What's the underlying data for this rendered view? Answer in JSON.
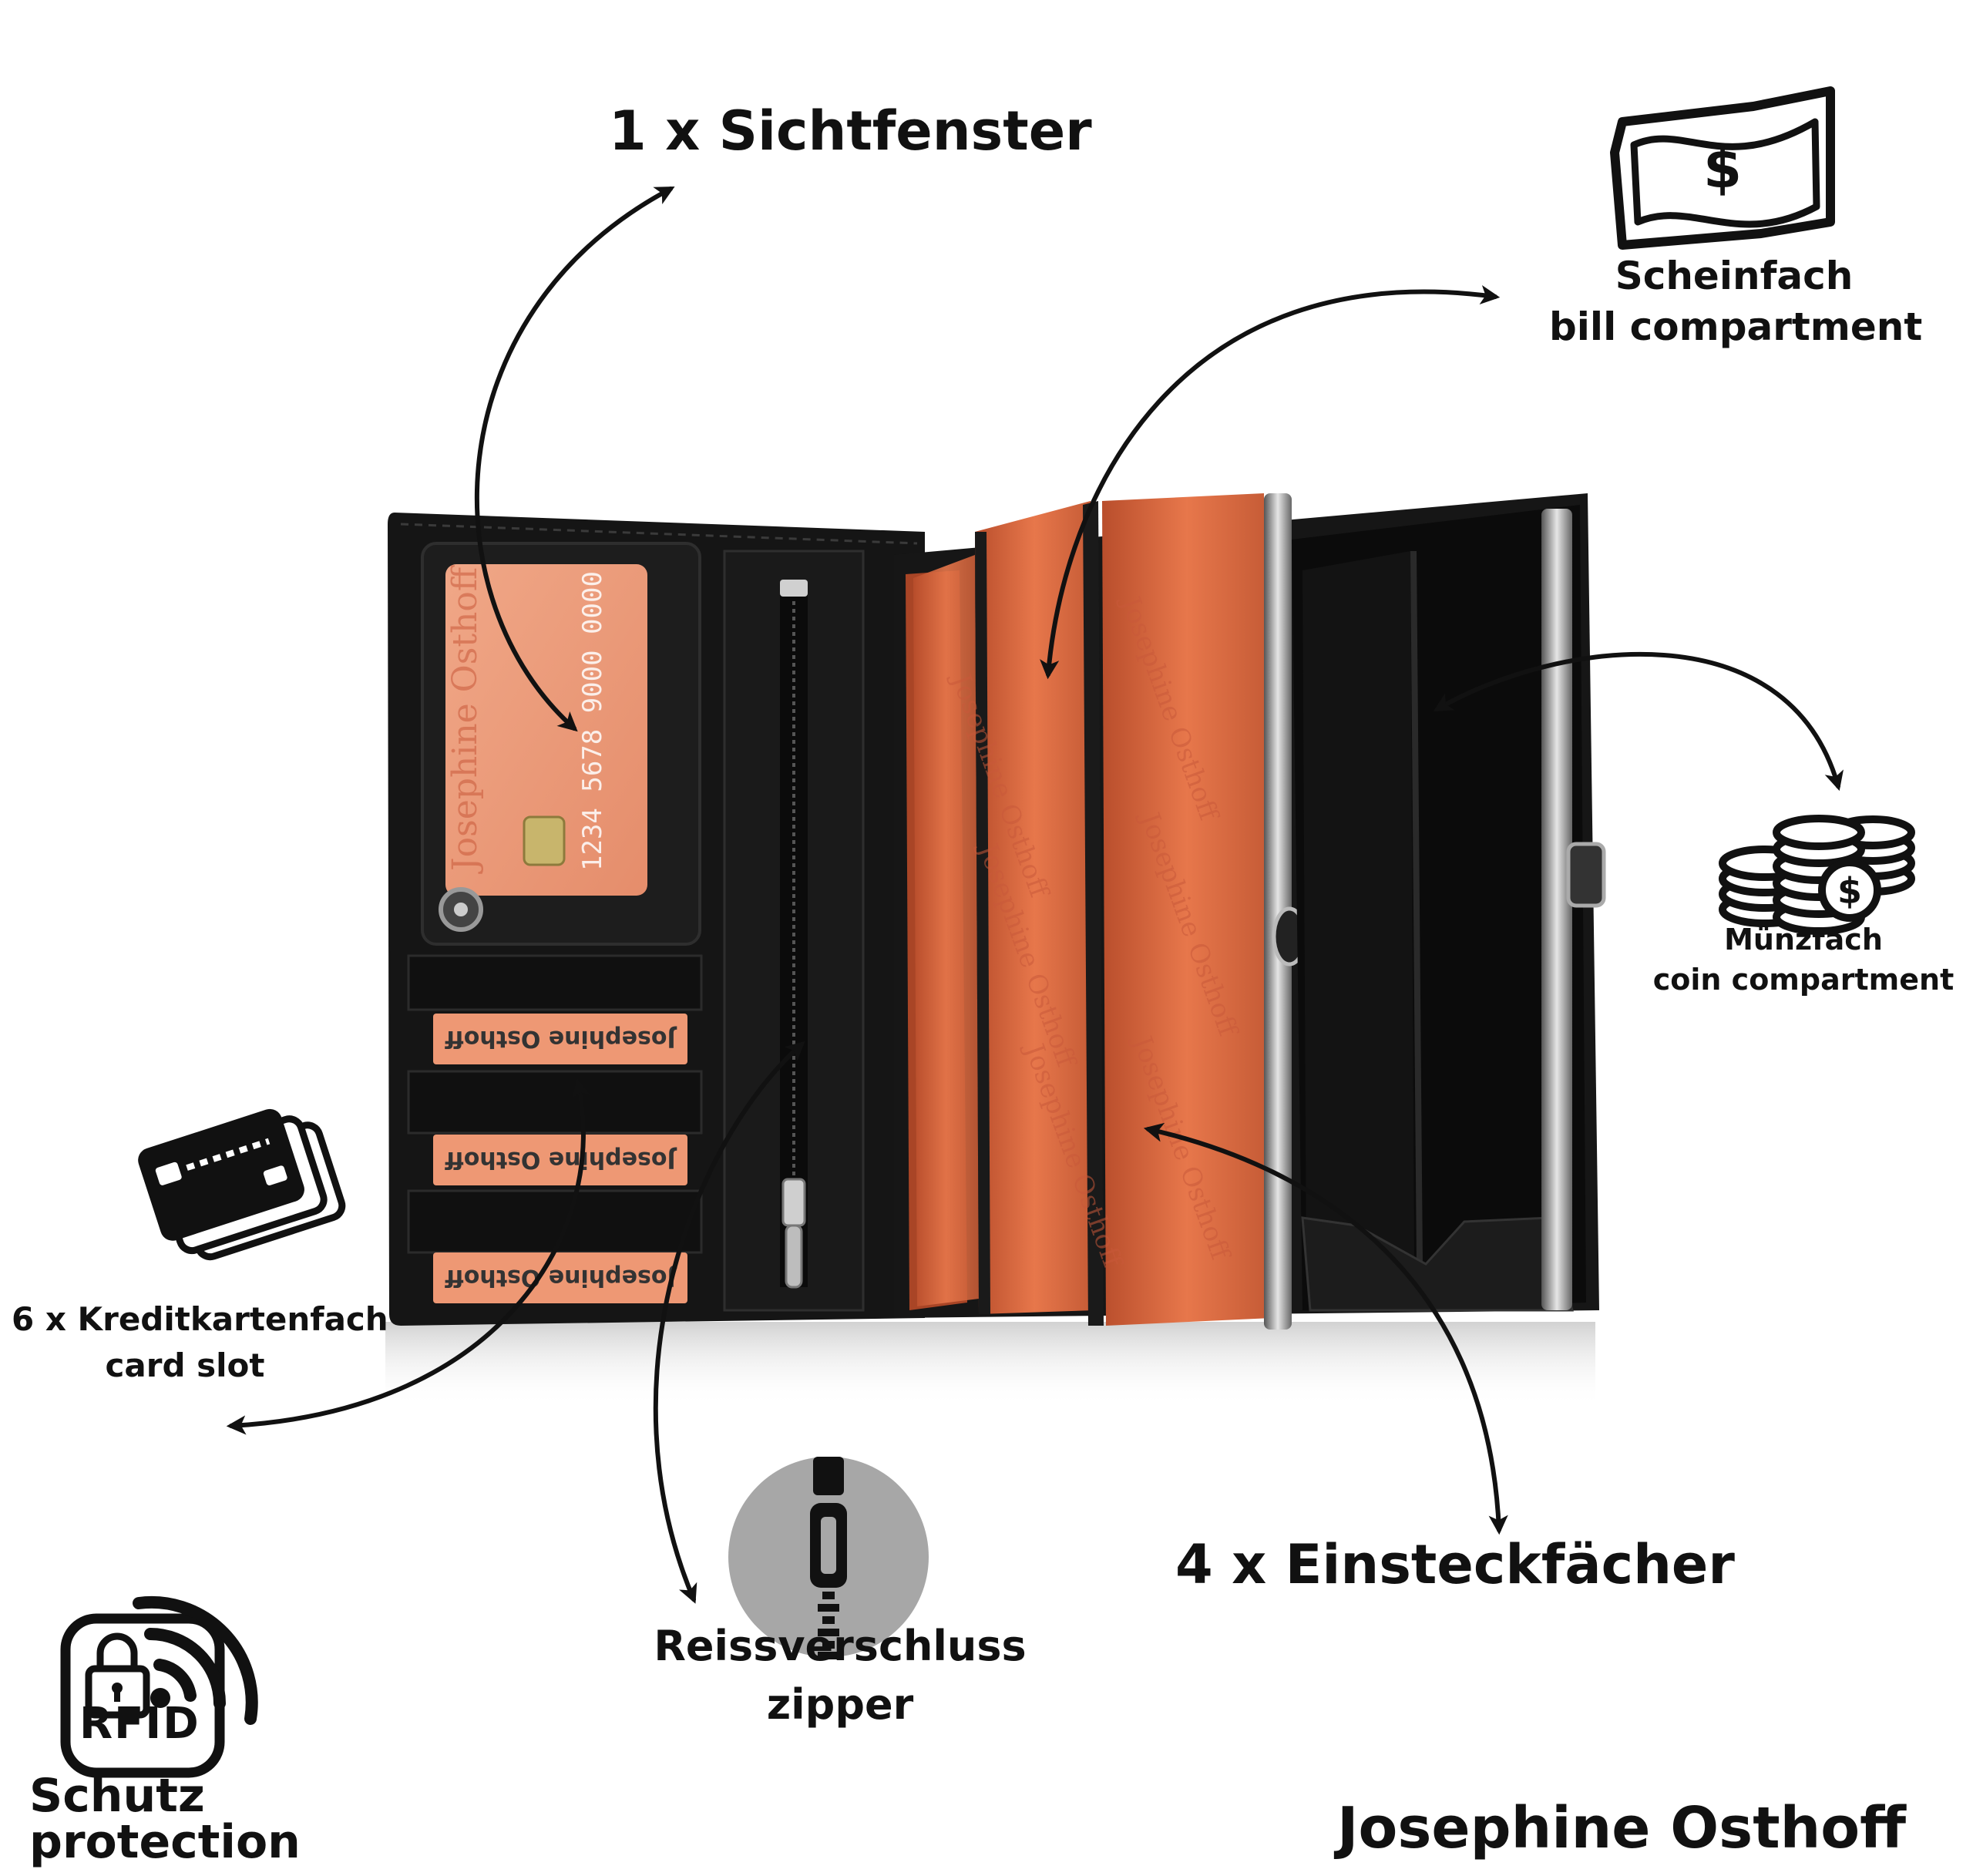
{
  "colors": {
    "leather": "#141414",
    "lining": "#d9673f",
    "lining_light": "#ef8a5f",
    "metal": "#9a9a9a",
    "background": "#ffffff"
  },
  "labels": {
    "window": "1 x Sichtfenster",
    "bill_de": "Scheinfach",
    "bill_en": "bill compartment",
    "coin_de": "Münzfach",
    "coin_en": "coin compartment",
    "card_de": "6 x Kreditkartenfach",
    "card_en": "card slot",
    "zipper_de": "Reissverschluss",
    "zipper_en": "zipper",
    "pockets": "4 x Einsteckfächer",
    "rfid_badge": "RFID",
    "rfid_de": "Schutz",
    "rfid_en": "protection",
    "brand": "Josephine Osthoff"
  },
  "product": {
    "card_brand": "Josephine Osthoff",
    "card_number": "1234  5678  9000  0000",
    "slot_label": "Josephine Osthoff",
    "lining_watermark": "Josephine Osthoff"
  },
  "icons": [
    "banknote-icon",
    "coins-icon",
    "credit-card-icon",
    "zipper-icon",
    "rfid-lock-icon",
    "arrow-icon"
  ]
}
